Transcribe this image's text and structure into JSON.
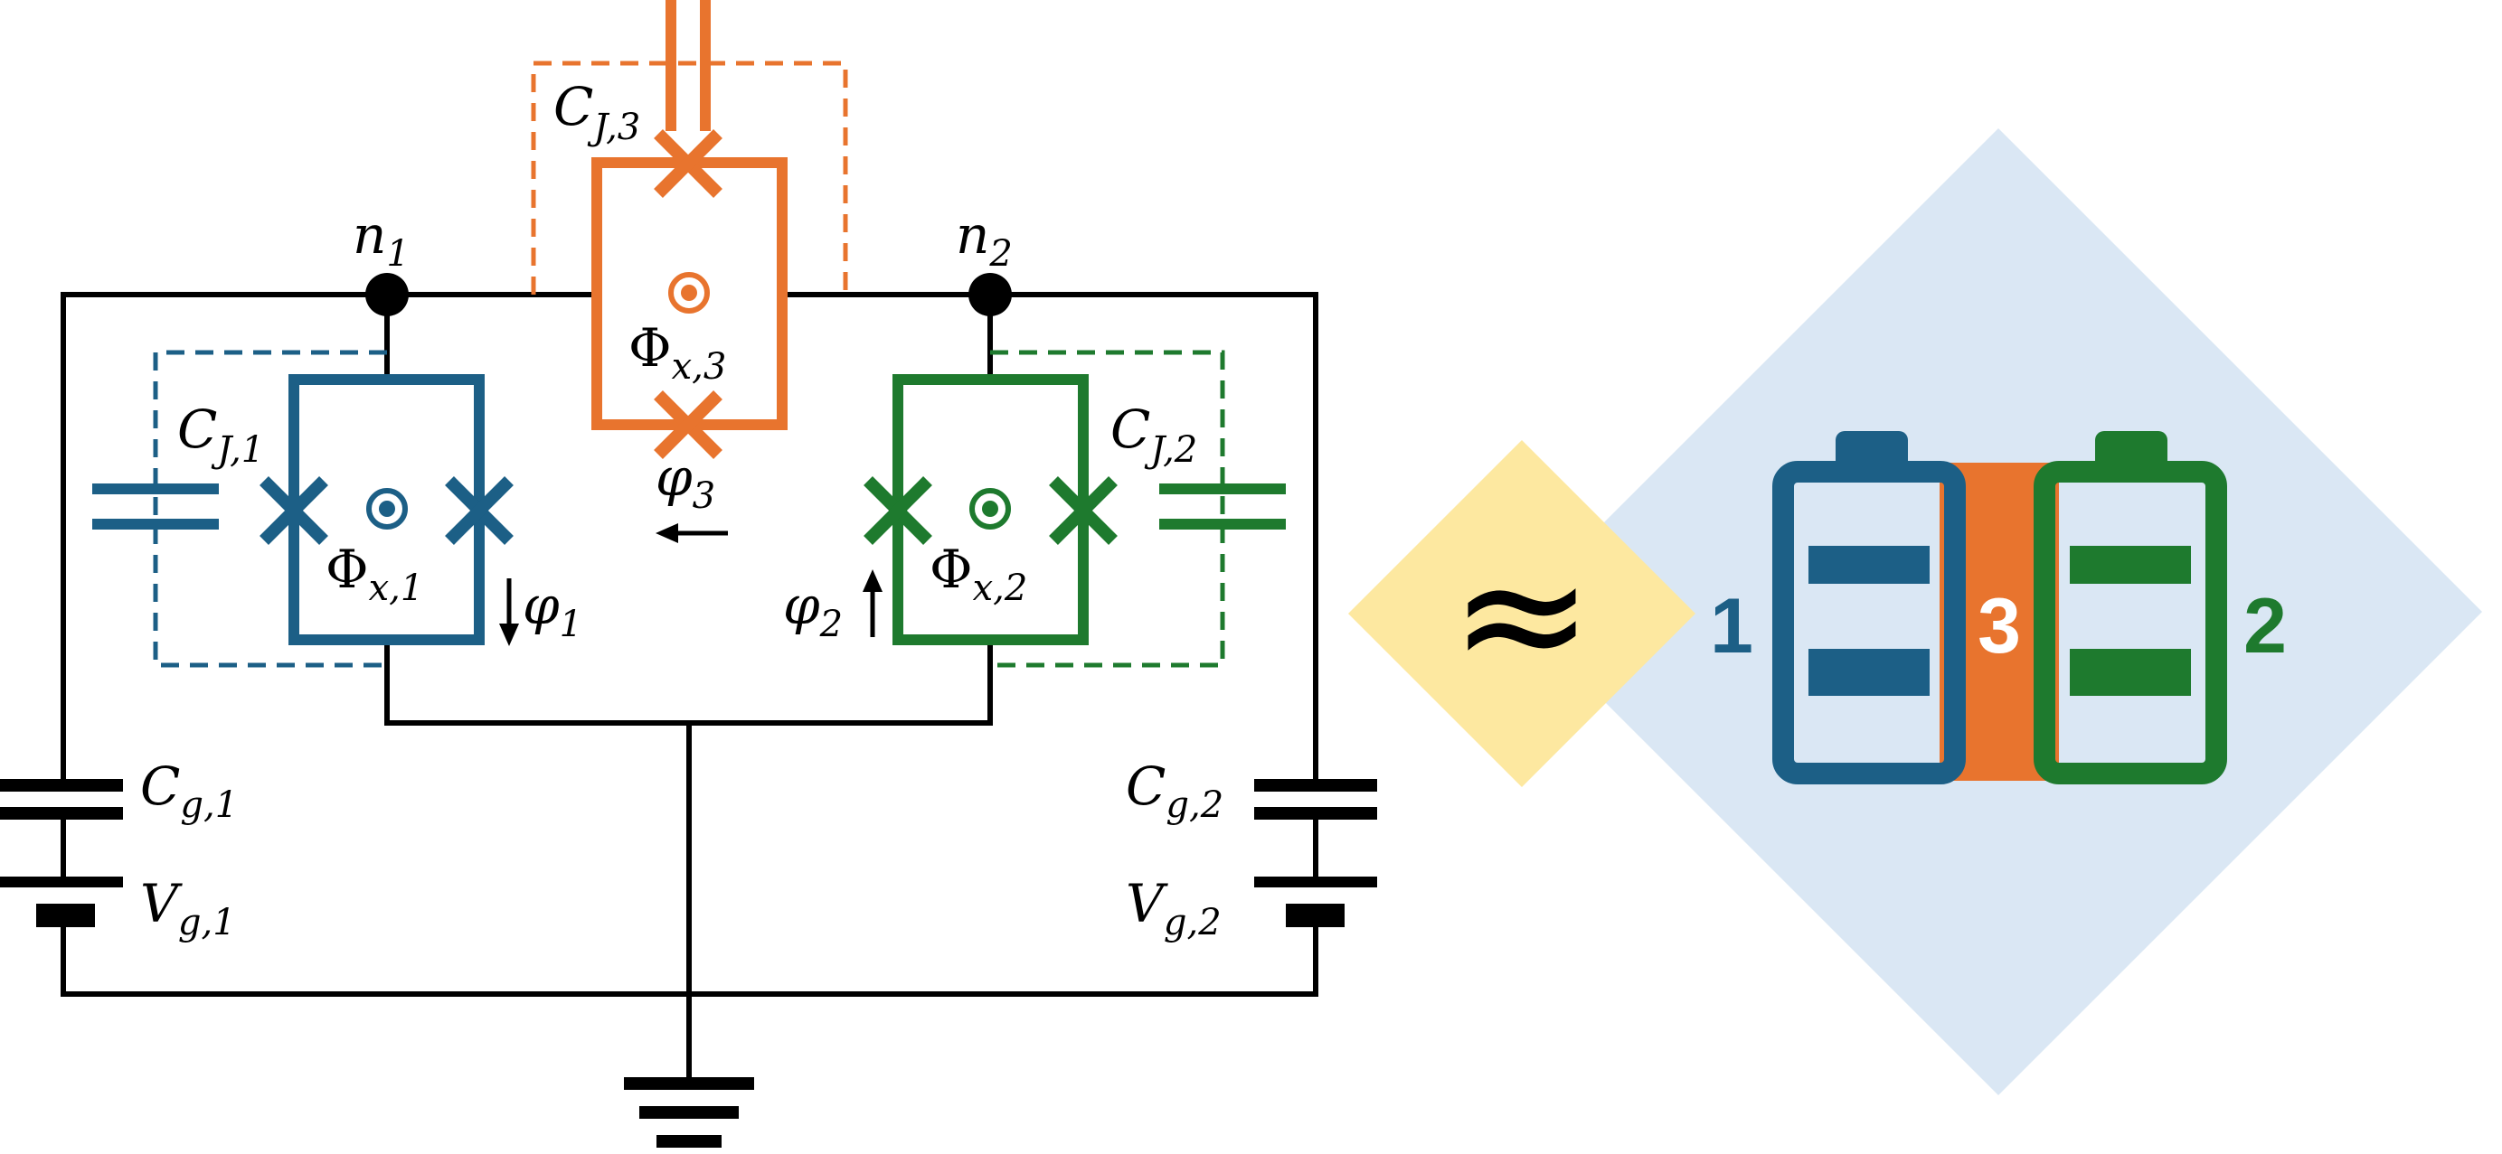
{
  "colors": {
    "blue": "#1c5f86",
    "orange": "#e8742e",
    "green": "#1e7a2e",
    "diamond_bg": "#dae7f4",
    "approx_bg": "#fde8a0",
    "wire": "#000000"
  },
  "labels": {
    "n1": "n",
    "n1_sub": "1",
    "n2": "n",
    "n2_sub": "2",
    "cj1": "C",
    "cj1_sub": "J,1",
    "cj2": "C",
    "cj2_sub": "J,2",
    "cj3": "C",
    "cj3_sub": "J,3",
    "phi1": "Φ",
    "phi1_sub": "x,1",
    "phi2": "Φ",
    "phi2_sub": "x,2",
    "phi3": "Φ",
    "phi3_sub": "x,3",
    "varphi1": "φ",
    "varphi1_sub": "1",
    "varphi2": "φ",
    "varphi2_sub": "2",
    "varphi3": "φ",
    "varphi3_sub": "3",
    "cg1": "C",
    "cg1_sub": "g,1",
    "cg2": "C",
    "cg2_sub": "g,2",
    "vg1": "V",
    "vg1_sub": "g,1",
    "vg2": "V",
    "vg2_sub": "g,2"
  },
  "battery_panel": {
    "approx_symbol": "≈",
    "label_1": "1",
    "label_2": "2",
    "label_3": "3"
  }
}
